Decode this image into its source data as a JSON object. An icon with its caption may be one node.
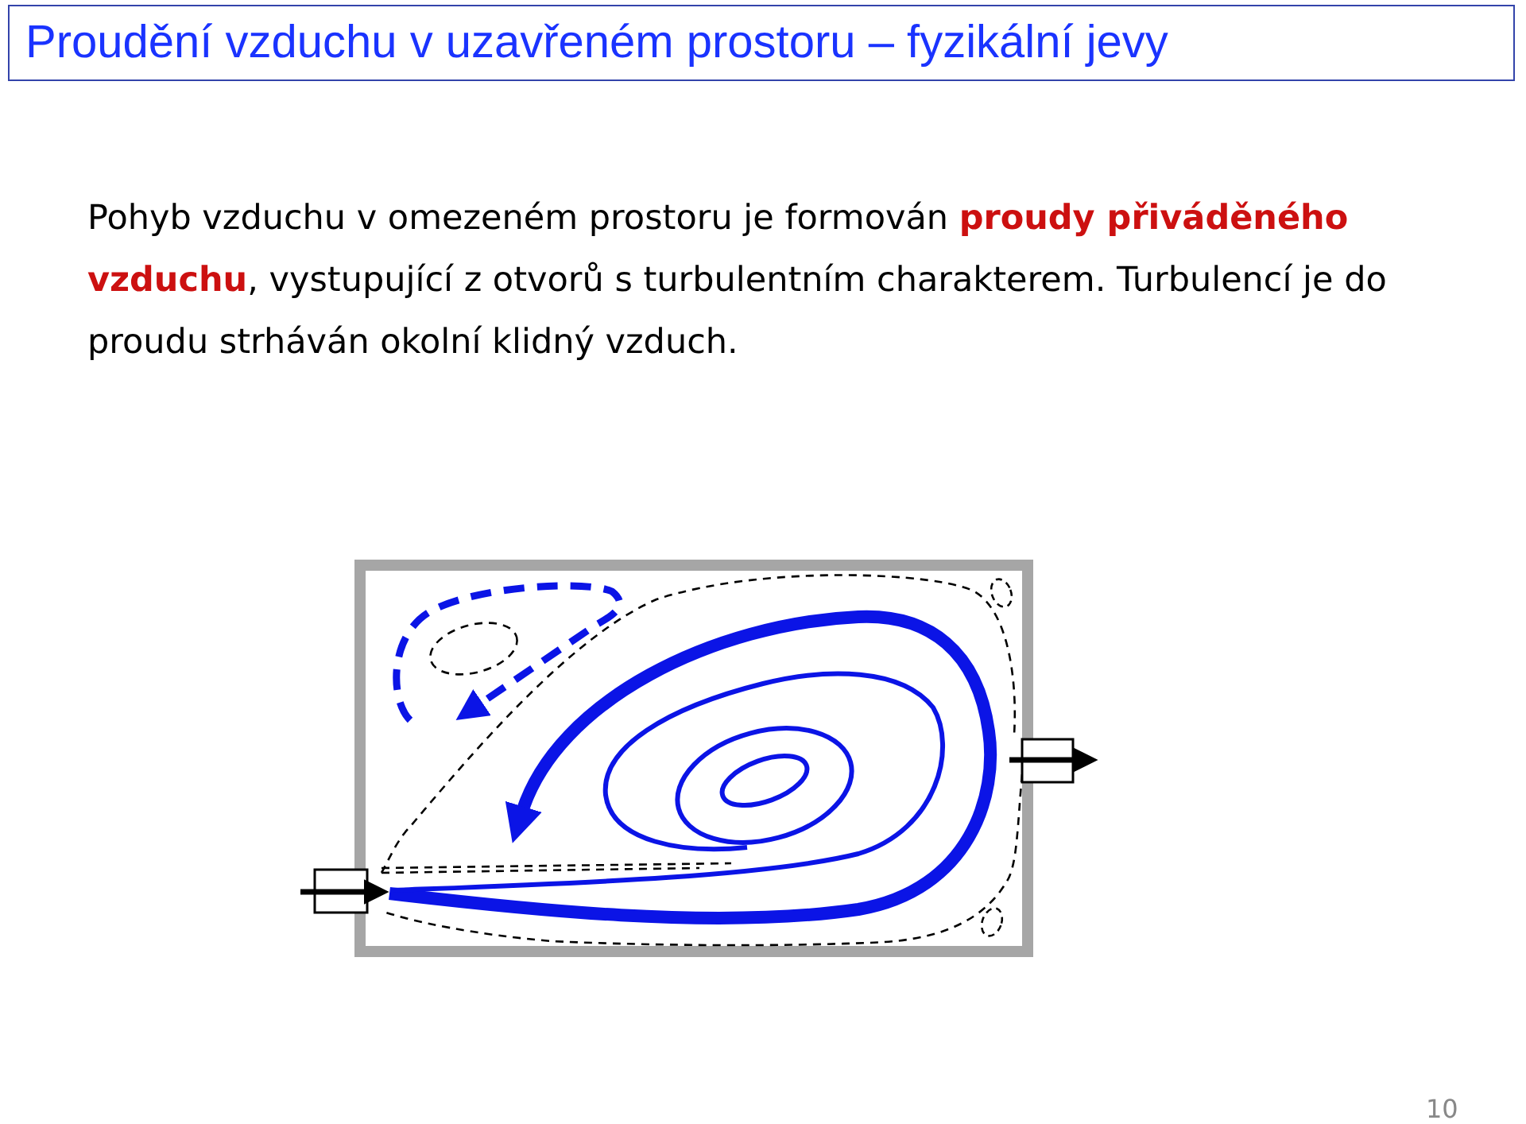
{
  "diagram": {
    "title": "Proudění vzduchu v uzavřeném prostoru – fyzikální jevy",
    "labels": [
      "Pohyb vzduchu v omezeném prostoru je formován **proudy přiváděného vzduchu**, vystupující z otvorů s turbulentním charakterem. Turbulencí je do proudu strháván okolní klidný vzduch.",
      "10"
    ]
  }
}
